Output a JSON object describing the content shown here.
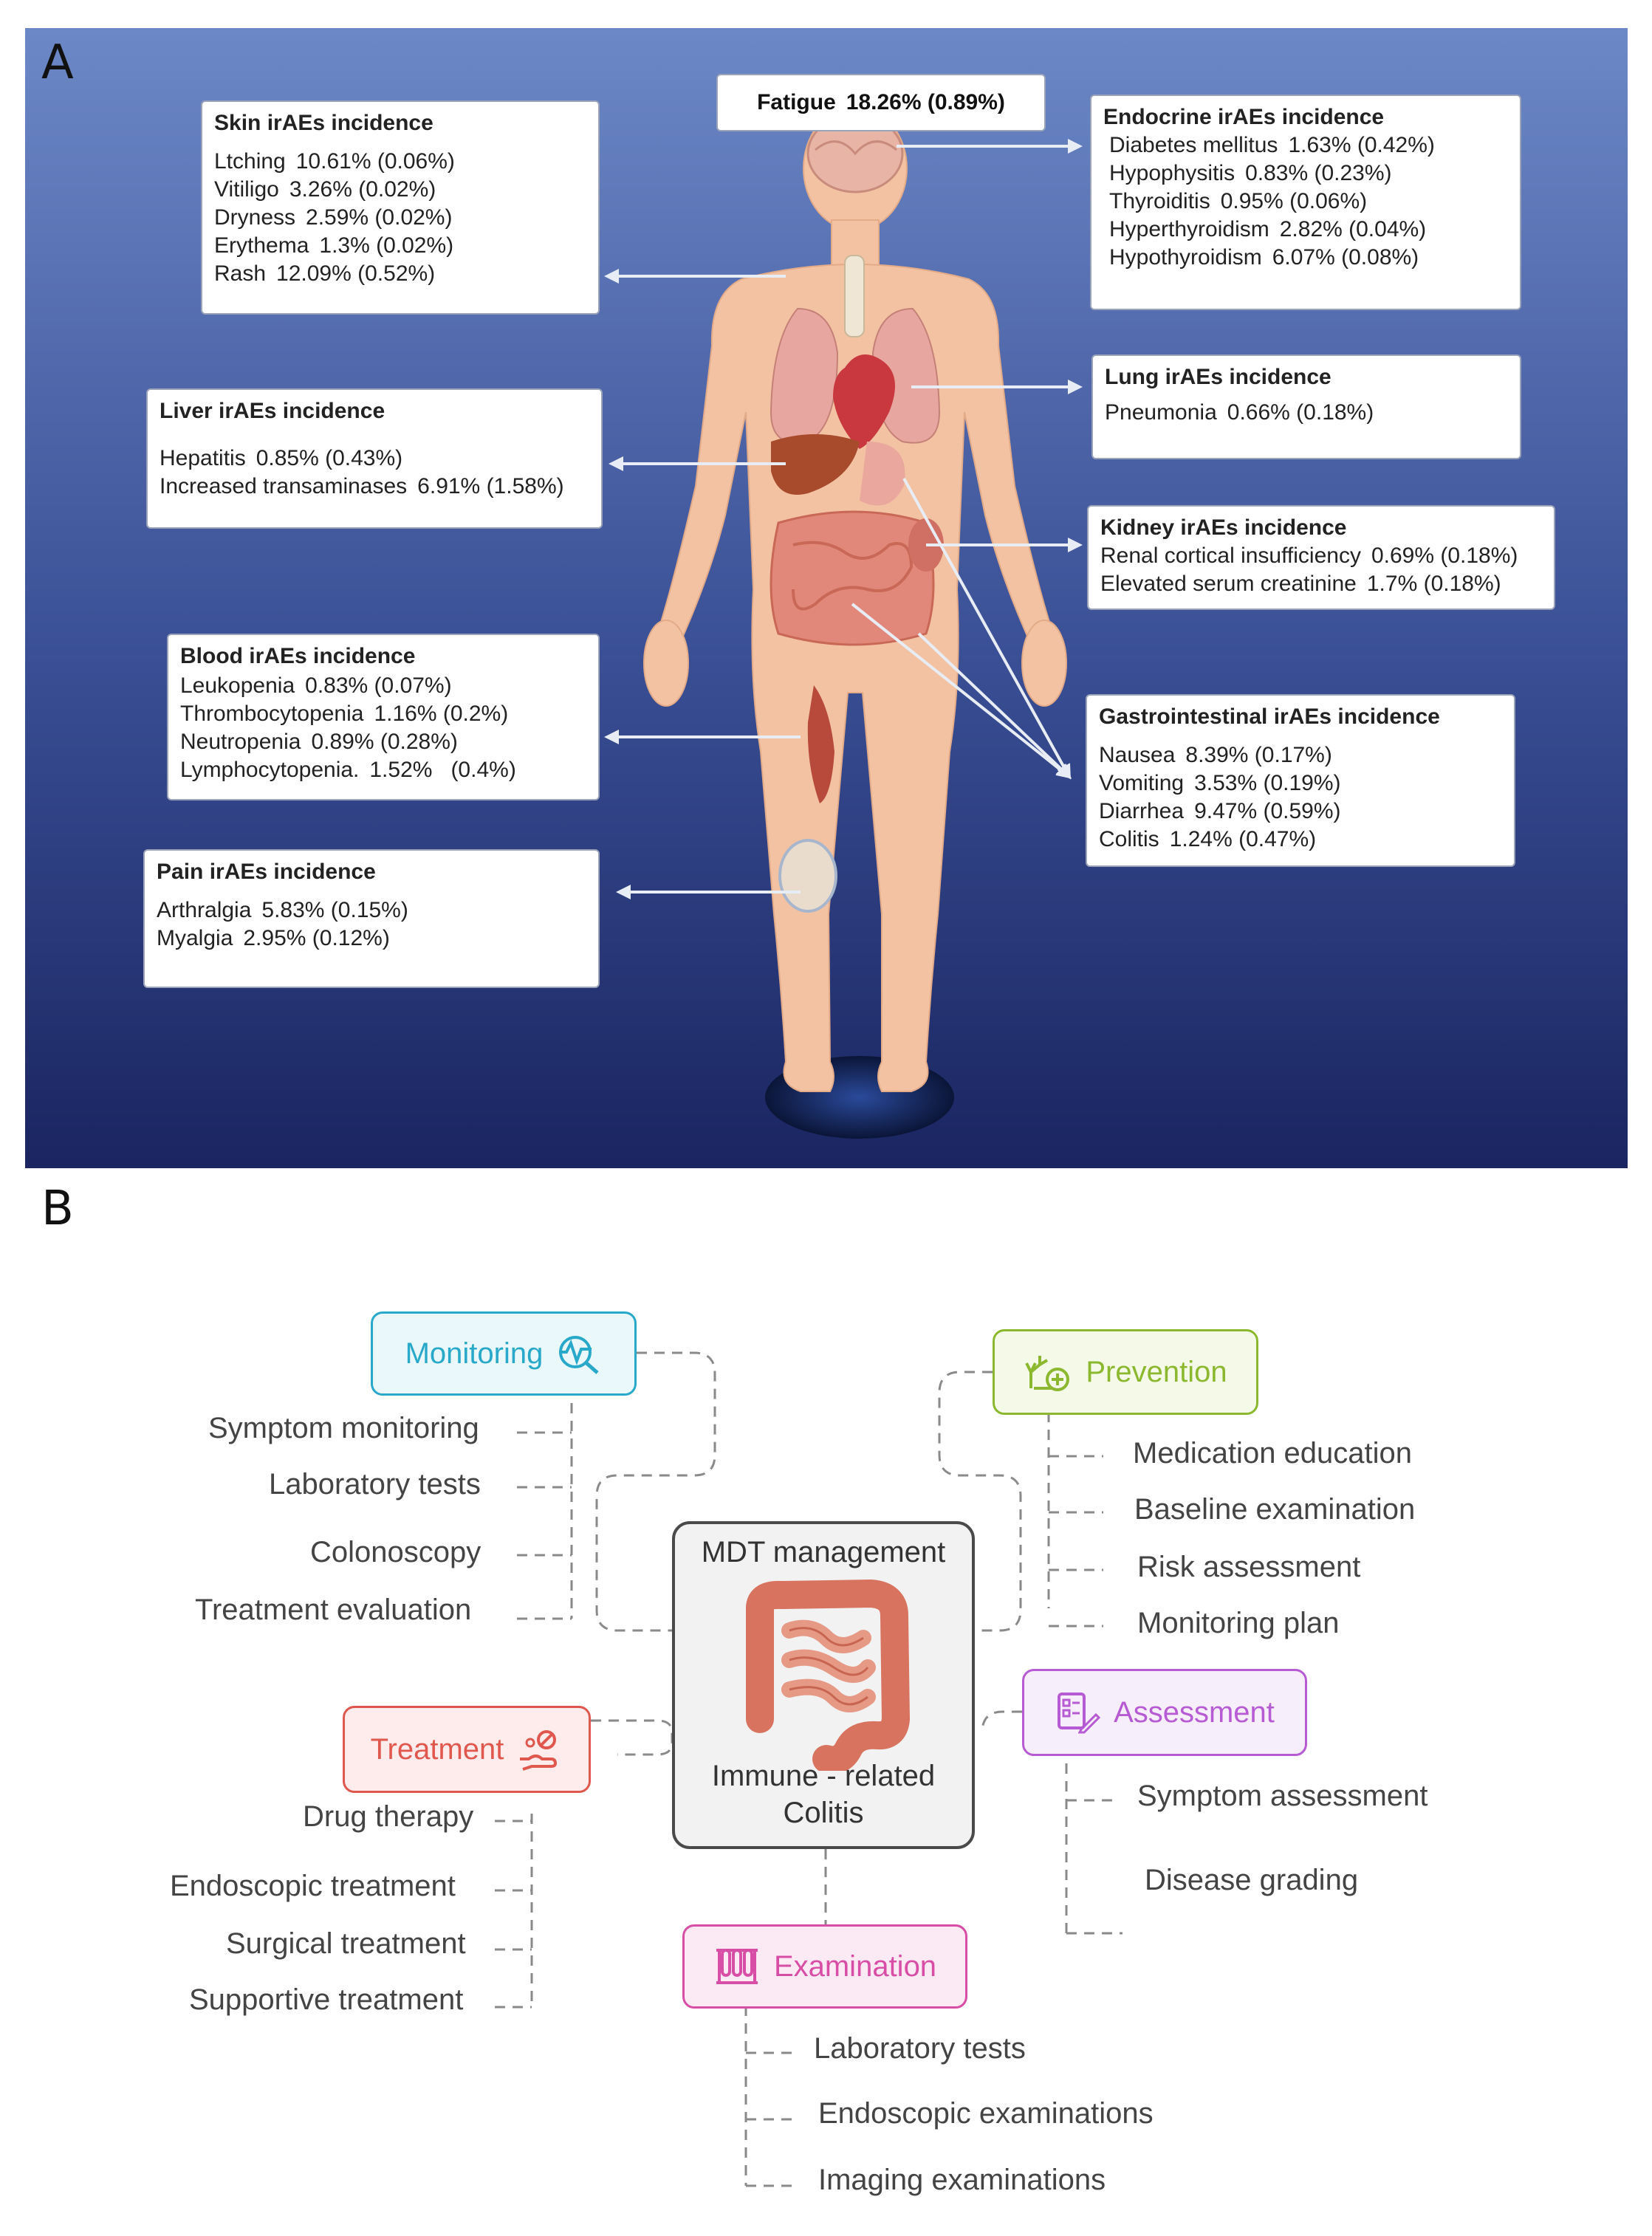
{
  "panel_a": {
    "label": "A",
    "fatigue": {
      "name": "Fatigue",
      "value": "18.26% (0.89%)"
    },
    "boxes": {
      "skin": {
        "title": "Skin irAEs incidence",
        "rows": [
          {
            "name": "Ltching",
            "value": "10.61% (0.06%)"
          },
          {
            "name": "Vitiligo",
            "value": "3.26% (0.02%)"
          },
          {
            "name": "Dryness",
            "value": "2.59% (0.02%)"
          },
          {
            "name": "Erythema",
            "value": "1.3% (0.02%)"
          },
          {
            "name": "Rash",
            "value": "12.09% (0.52%)"
          }
        ]
      },
      "liver": {
        "title": "Liver irAEs incidence",
        "rows": [
          {
            "name": "Hepatitis",
            "value": "0.85% (0.43%)"
          },
          {
            "name": "Increased transaminases",
            "value": "6.91% (1.58%)"
          }
        ]
      },
      "blood": {
        "title": "Blood irAEs incidence",
        "rows": [
          {
            "name": "Leukopenia",
            "value": "0.83% (0.07%)"
          },
          {
            "name": "Thrombocytopenia",
            "value": "1.16% (0.2%)"
          },
          {
            "name": "Neutropenia",
            "value": "0.89% (0.28%)"
          },
          {
            "name": "Lymphocytopenia.",
            "value": "1.52%   (0.4%)"
          }
        ]
      },
      "pain": {
        "title": "Pain irAEs incidence",
        "rows": [
          {
            "name": "Arthralgia",
            "value": "5.83% (0.15%)"
          },
          {
            "name": "Myalgia",
            "value": "2.95% (0.12%)"
          }
        ]
      },
      "endocrine": {
        "title": "Endocrine irAEs incidence",
        "rows": [
          {
            "name": "Diabetes mellitus",
            "value": "1.63% (0.42%)"
          },
          {
            "name": "Hypophysitis",
            "value": "0.83% (0.23%)"
          },
          {
            "name": "Thyroiditis",
            "value": "0.95% (0.06%)"
          },
          {
            "name": "Hyperthyroidism",
            "value": "2.82% (0.04%)"
          },
          {
            "name": "Hypothyroidism",
            "value": "6.07% (0.08%)"
          }
        ]
      },
      "lung": {
        "title": "Lung irAEs incidence",
        "rows": [
          {
            "name": "Pneumonia",
            "value": "0.66% (0.18%)"
          }
        ]
      },
      "kidney": {
        "title": "Kidney irAEs incidence",
        "rows": [
          {
            "name": "Renal cortical insufficiency",
            "value": "0.69% (0.18%)"
          },
          {
            "name": "Elevated serum creatinine",
            "value": "1.7% (0.18%)"
          }
        ]
      },
      "gi": {
        "title": "Gastrointestinal  irAEs incidence",
        "rows": [
          {
            "name": "Nausea",
            "value": "8.39% (0.17%)"
          },
          {
            "name": "Vomiting",
            "value": "3.53% (0.19%)"
          },
          {
            "name": "Diarrhea",
            "value": "9.47% (0.59%)"
          },
          {
            "name": "Colitis",
            "value": "1.24% (0.47%)"
          }
        ]
      }
    },
    "colors": {
      "bg_top": "#6b87c4",
      "bg_bottom": "#1b2863",
      "skin": "#f2c3a4",
      "organ": "#d9534f"
    }
  },
  "panel_b": {
    "label": "B",
    "center": {
      "title": "MDT management",
      "subtitle_line1": "Immune - related",
      "subtitle_line2": "Colitis"
    },
    "monitoring": {
      "label": "Monitoring",
      "color": "#29a9c9",
      "icon": "monitor-search-icon",
      "items": [
        "Symptom monitoring",
        "Laboratory tests",
        "Colonoscopy",
        "Treatment evaluation"
      ]
    },
    "prevention": {
      "label": "Prevention",
      "color": "#8bb82e",
      "icon": "prevention-icon",
      "items": [
        "Medication education",
        "Baseline examination",
        "Risk assessment",
        "Monitoring plan"
      ]
    },
    "treatment": {
      "label": "Treatment",
      "color": "#e0574d",
      "icon": "hand-pill-icon",
      "items": [
        "Drug therapy",
        "Endoscopic treatment",
        "Surgical treatment",
        "Supportive treatment"
      ]
    },
    "assessment": {
      "label": "Assessment",
      "color": "#b65bd3",
      "icon": "clipboard-pen-icon",
      "items": [
        "Symptom assessment",
        "Disease grading"
      ]
    },
    "examination": {
      "label": "Examination",
      "color": "#d84da5",
      "icon": "test-tubes-icon",
      "items": [
        "Laboratory tests",
        "Endoscopic examinations",
        "Imaging examinations"
      ]
    }
  }
}
